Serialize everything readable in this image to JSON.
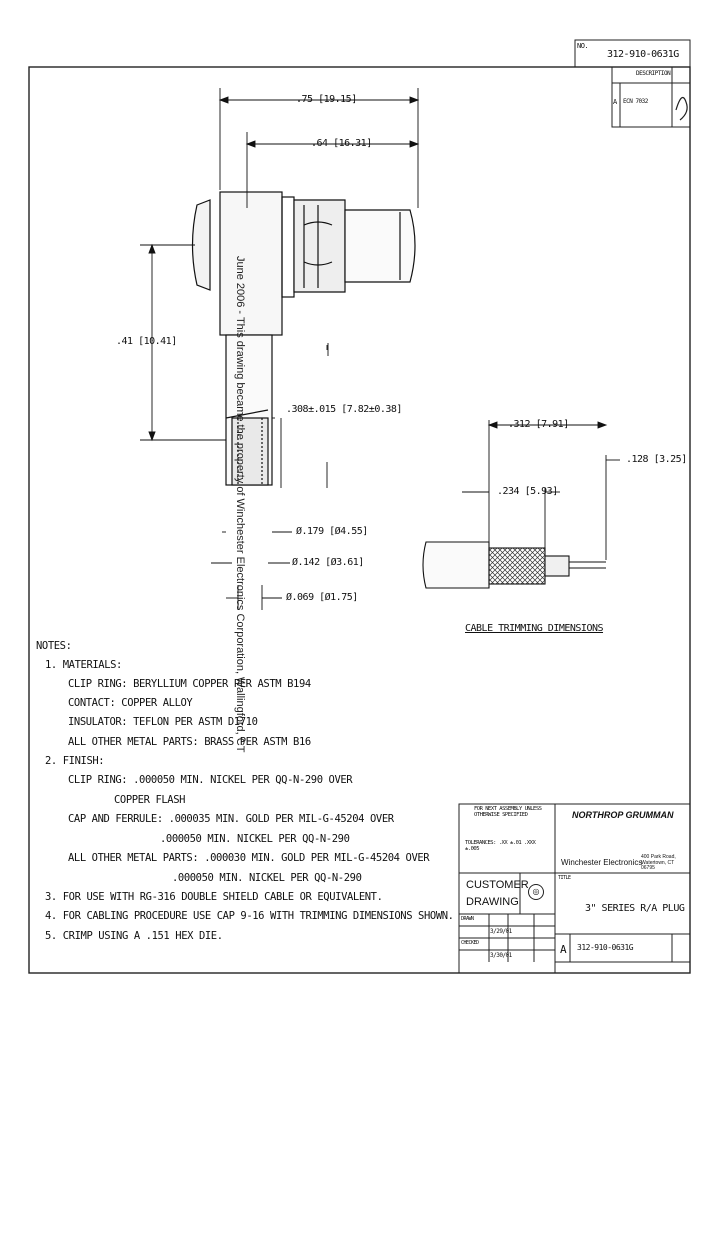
{
  "doc_number_label": "NO.",
  "doc_number": "312-910-0631G",
  "rev_header": "DESCRIPTION",
  "rev_letter": "A",
  "rev_note": "ECN 7032",
  "side_text": "June 2006 - This drawing became the property of Winchester Electronics Corporation, Wallingford, CT",
  "dims": {
    "overall_len": ".75 [19.15]",
    "body_len": ".64 [16.31]",
    "height": ".41 [10.41]",
    "crimp_len": ".308±.015 [7.82±0.38]",
    "dia_179": "Ø.179 [Ø4.55]",
    "dia_142": "Ø.142 [Ø3.61]",
    "dia_068": "Ø.069 [Ø1.75]",
    "trim_312": ".312 [7.91]",
    "trim_128": ".128 [3.25]",
    "trim_234": ".234 [5.93]"
  },
  "cable_caption": "CABLE TRIMMING DIMENSIONS",
  "notes_title": "NOTES:",
  "notes": [
    "1. MATERIALS:",
    "CLIP RING: BERYLLIUM COPPER PER ASTM B194",
    "CONTACT: COPPER ALLOY",
    "INSULATOR: TEFLON PER ASTM D1710",
    "ALL OTHER METAL PARTS: BRASS PER ASTM B16",
    "2. FINISH:",
    "CLIP RING: .000050 MIN. NICKEL PER QQ-N-290 OVER",
    "COPPER FLASH",
    "CAP AND FERRULE: .000035 MIN. GOLD PER MIL-G-45204 OVER",
    ".000050 MIN. NICKEL PER QQ-N-290",
    "ALL OTHER METAL PARTS: .000030 MIN. GOLD PER MIL-G-45204 OVER",
    ".000050 MIN. NICKEL PER QQ-N-290",
    "3. FOR USE WITH RG-316 DOUBLE SHIELD CABLE OR EQUIVALENT.",
    "4. FOR CABLING PROCEDURE USE CAP 9-16 WITH TRIMMING DIMENSIONS SHOWN.",
    "5. CRIMP USING A .151 HEX DIE."
  ],
  "title_block": {
    "company": "NORTHROP GRUMMAN",
    "division": "Winchester Electronics",
    "address": "400 Park Road, Watertown, CT 06795",
    "customer": "CUSTOMER",
    "drawing": "DRAWING",
    "title_label": "TITLE",
    "title": "3\" SERIES R/A PLUG",
    "size": "A",
    "dwg_no": "312-910-0631G",
    "unless_note": "FOR NEXT ASSEMBLY UNLESS OTHERWISE SPECIFIED",
    "tolerances": "TOLERANCES: .XX ±.01  .XXX ±.005",
    "draw_label": "DRAWN",
    "check_label": "CHECKED",
    "date1": "3/29/01",
    "date2": "3/30/01"
  }
}
